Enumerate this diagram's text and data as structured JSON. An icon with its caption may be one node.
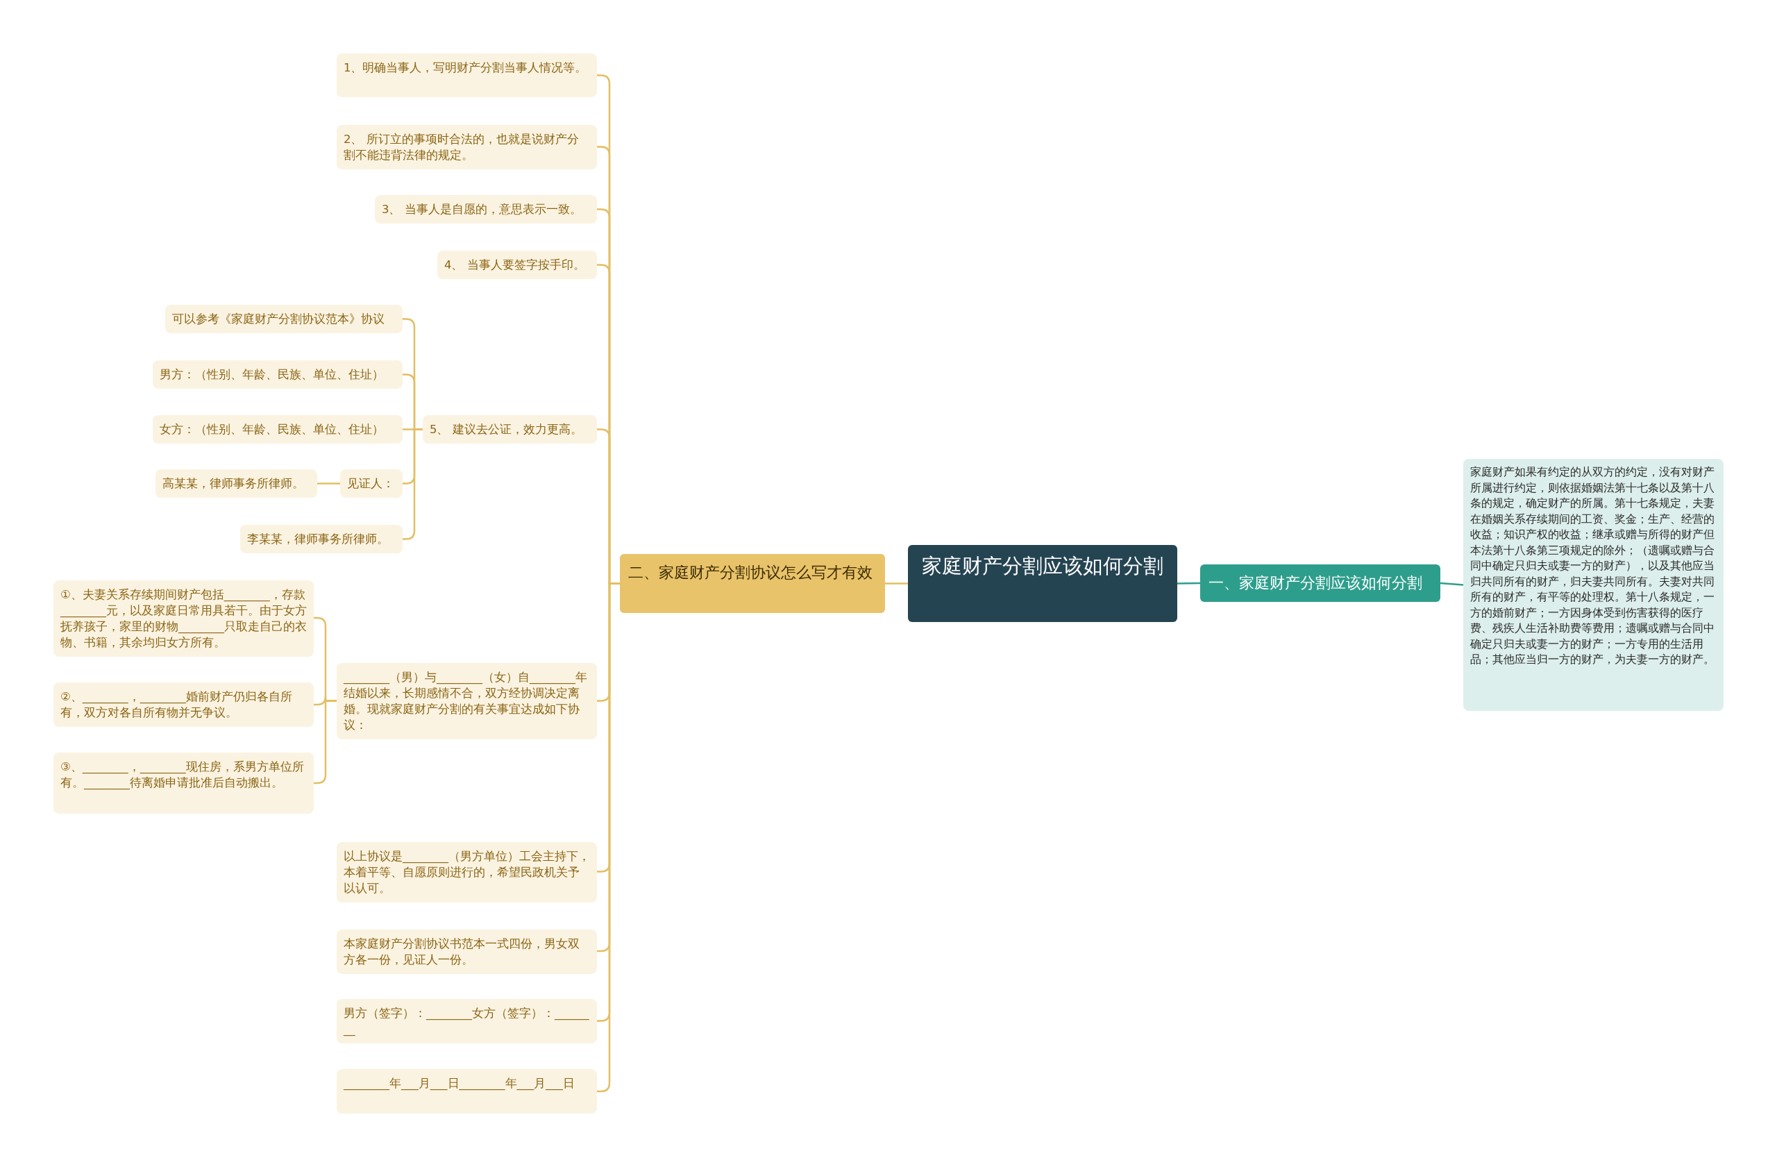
{
  "diagram": {
    "nodes": [
      {
        "text": [
          "家庭财产分割应该如何分割"
        ]
      },
      {
        "text": [
          "一、家庭财产分割应该如何分割"
        ]
      },
      {
        "text": [
          "家庭财产如果有约定的从双方的约定，没有对财产所属进行约定，则依据婚姻法第十七条以及第十八条的规定，确定财产的所属。第十七条规定，夫妻在婚姻关系存续期间的工资、奖金；生产、经营的收益；知识产权的收益；继承或赠与所得的财产但本法第十八条第三项规定的除外；（遗嘱或赠与合同中确定只归夫或妻一方的财产），以及其他应当归共同所有的财产，归夫妻共同所有。夫妻对共同所有的财产，有平等的处理权。第十八条规定，一方的婚前财产；一方因身体受到伤害获得的医疗费、残疾人生活补助费等费用；遗嘱或赠与合同中确定只归夫或妻一方的财产；一方专用的生活用品；其他应当归一方的财产，为夫妻一方的财产。"
        ]
      },
      {
        "text": [
          "二、家庭财产分割协议怎么写才有效"
        ]
      },
      {
        "text": [
          "1、明确当事人，写明财产分割当事人情况等。"
        ]
      },
      {
        "text": [
          "2、 所订立的事项时合法的，也就是说财产分割不能违背法律的规定。"
        ]
      },
      {
        "text": [
          "3、 当事人是自愿的，意思表示一致。"
        ]
      },
      {
        "text": [
          "4、 当事人要签字按手印。"
        ]
      },
      {
        "text": [
          "5、 建议去公证，效力更高。"
        ]
      },
      {
        "text": [
          "可以参考《家庭财产分割协议范本》协议"
        ]
      },
      {
        "text": [
          "男方：（性别、年龄、民族、单位、住址）"
        ]
      },
      {
        "text": [
          "女方：（性别、年龄、民族、单位、住址）"
        ]
      },
      {
        "text": [
          "见证人："
        ]
      },
      {
        "text": [
          "高某某，律师事务所律师。"
        ]
      },
      {
        "text": [
          "李某某，律师事务所律师。"
        ]
      },
      {
        "text": [
          "________（男）与________（女）自________年结婚以来，长期感情不合，双方经协调决定离婚。现就家庭财产分割的有关事宜达成如下协议："
        ]
      },
      {
        "text": [
          "①、夫妻关系存续期间财产包括________，存款________元，以及家庭日常用具若干。由于女方抚养孩子，家里的财物________只取走自己的衣物、书籍，其余均归女方所有。"
        ]
      },
      {
        "text": [
          "②、________，________婚前财产仍归各自所有，双方对各自所有物并无争议。"
        ]
      },
      {
        "text": [
          "③、________，________现住房，系男方单位所有。________待离婚申请批准后自动搬出。"
        ]
      },
      {
        "text": [
          "以上协议是________（男方单位）工会主持下，本着平等、自愿原则进行的，希望民政机关予以认可。"
        ]
      },
      {
        "text": [
          "本家庭财产分割协议书范本一式四份，男女双方各一份，见证人一份。"
        ]
      },
      {
        "text": [
          "男方（签字）：________女方（签字）：________"
        ]
      },
      {
        "text": [
          "________年___月___日________年___月___日"
        ]
      }
    ],
    "edges": [
      {
        "from": 0,
        "to": 1,
        "arrow": "none",
        "color": "#2e9e8c"
      },
      {
        "from": 1,
        "to": 2,
        "arrow": "none",
        "color": "#2e9e8c"
      },
      {
        "from": 0,
        "to": 3,
        "arrow": "none"
      },
      {
        "from": 3,
        "to": 4,
        "arrow": "none"
      },
      {
        "from": 3,
        "to": 5,
        "arrow": "none"
      },
      {
        "from": 3,
        "to": 6,
        "arrow": "none"
      },
      {
        "from": 3,
        "to": 7,
        "arrow": "none"
      },
      {
        "from": 3,
        "to": 8,
        "arrow": "none"
      },
      {
        "from": 8,
        "to": 9,
        "arrow": "none"
      },
      {
        "from": 8,
        "to": 10,
        "arrow": "none"
      },
      {
        "from": 8,
        "to": 11,
        "arrow": "none"
      },
      {
        "from": 8,
        "to": 12,
        "arrow": "none"
      },
      {
        "from": 12,
        "to": 13,
        "arrow": "none"
      },
      {
        "from": 8,
        "to": 14,
        "arrow": "none"
      },
      {
        "from": 3,
        "to": 15,
        "arrow": "none"
      },
      {
        "from": 15,
        "to": 16,
        "arrow": "none"
      },
      {
        "from": 15,
        "to": 17,
        "arrow": "none"
      },
      {
        "from": 15,
        "to": 18,
        "arrow": "none"
      },
      {
        "from": 3,
        "to": 19,
        "arrow": "none"
      },
      {
        "from": 3,
        "to": 20,
        "arrow": "none"
      },
      {
        "from": 3,
        "to": 21,
        "arrow": "none"
      },
      {
        "from": 3,
        "to": 22,
        "arrow": "none"
      }
    ]
  }
}
